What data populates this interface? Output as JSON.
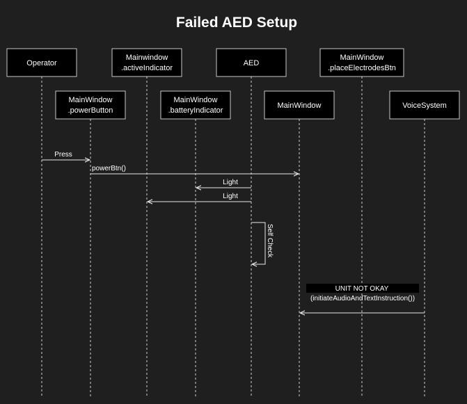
{
  "title": "Failed AED Setup",
  "participants": {
    "operator": [
      "Operator"
    ],
    "active_indicator": [
      "Mainwindow",
      ".activeIndicator"
    ],
    "aed": [
      "AED"
    ],
    "place_electrodes_btn": [
      "MainWindow",
      ".placeElectrodesBtn"
    ],
    "power_button": [
      "MainWindow",
      ".powerButton"
    ],
    "battery_indicator": [
      "MainWindow",
      ".batteryIndicator"
    ],
    "main_window": [
      "MainWindow"
    ],
    "voice_system": [
      "VoiceSystem"
    ]
  },
  "messages": {
    "press": "Press",
    "power_btn": "powerBtn()",
    "light_battery": "Light",
    "light_active": "Light",
    "self_check": "Self Check",
    "unit_not_okay": "UNIT NOT OKAY",
    "initiate_audio": "(initiateAudioAndTextInstruction())"
  }
}
